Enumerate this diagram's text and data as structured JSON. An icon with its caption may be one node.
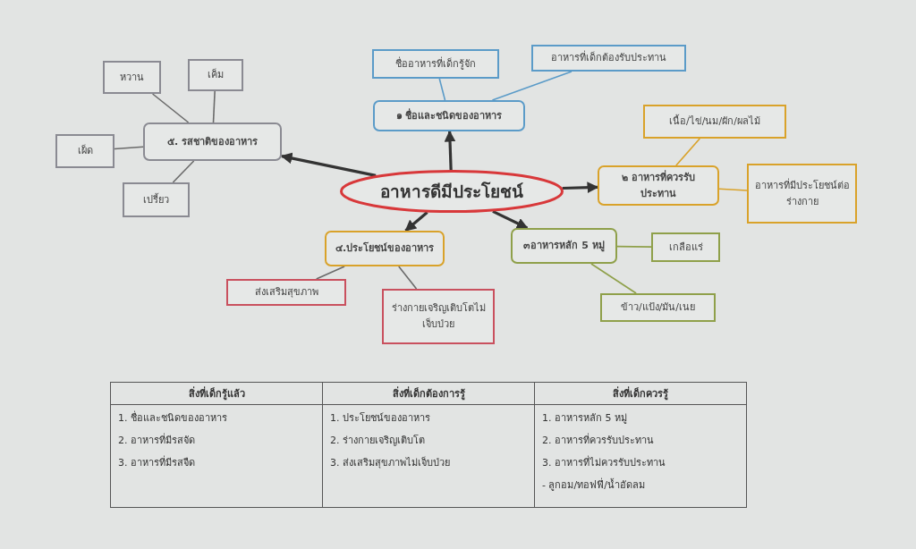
{
  "diagram": {
    "nodes": [
      {
        "text": [
          "อาหารดีมีประโยชน์"
        ]
      },
      {
        "text": [
          "๑ ชื่อและชนิดของอาหาร"
        ]
      },
      {
        "text": [
          "ชื่ออาหารที่เด็กรู้จัก"
        ]
      },
      {
        "text": [
          "อาหารที่เด็กต้องรับประทาน"
        ]
      },
      {
        "text": [
          "๒ อาหารที่ควรรับประทาน"
        ]
      },
      {
        "text": [
          "เนื้อ/ไข่/นม/ผัก/ผลไม้"
        ]
      },
      {
        "text": [
          "อาหารที่มีประโยชน์ต่อร่างกาย"
        ]
      },
      {
        "text": [
          "๓อาหารหลัก 5 หมู่"
        ]
      },
      {
        "text": [
          "เกลือแร่"
        ]
      },
      {
        "text": [
          "ข้าว/แป้ง/มัน/เนย"
        ]
      },
      {
        "text": [
          "๔.ประโยชน์ของอาหาร"
        ]
      },
      {
        "text": [
          "ส่งเสริมสุขภาพ"
        ]
      },
      {
        "text": [
          "ร่างกายเจริญเติบโตไม่เจ็บป่วย"
        ]
      },
      {
        "text": [
          "๕. รสชาติของอาหาร"
        ]
      },
      {
        "text": [
          "หวาน"
        ]
      },
      {
        "text": [
          "เค็ม"
        ]
      },
      {
        "text": [
          "เผ็ด"
        ]
      },
      {
        "text": [
          "เปรี้ยว"
        ]
      }
    ],
    "edges": [
      {
        "from": 0,
        "to": 13,
        "arrow": "to",
        "style": "thick"
      },
      {
        "from": 0,
        "to": 1,
        "arrow": "to",
        "style": "thick"
      },
      {
        "from": 0,
        "to": 4,
        "arrow": "to",
        "style": "thick"
      },
      {
        "from": 0,
        "to": 10,
        "arrow": "to",
        "style": "thick"
      },
      {
        "from": 0,
        "to": 7,
        "arrow": "to",
        "style": "thick"
      },
      {
        "from": 1,
        "to": 2,
        "arrow": "none",
        "color": "#5b9bc8"
      },
      {
        "from": 1,
        "to": 3,
        "arrow": "none",
        "color": "#5b9bc8"
      },
      {
        "from": 4,
        "to": 5,
        "arrow": "none",
        "color": "#d9a22a"
      },
      {
        "from": 4,
        "to": 6,
        "arrow": "none",
        "color": "#d9a22a"
      },
      {
        "from": 7,
        "to": 8,
        "arrow": "none",
        "color": "#8fa04a"
      },
      {
        "from": 7,
        "to": 9,
        "arrow": "none",
        "color": "#8fa04a"
      },
      {
        "from": 10,
        "to": 11,
        "arrow": "none"
      },
      {
        "from": 10,
        "to": 12,
        "arrow": "none"
      },
      {
        "from": 13,
        "to": 14,
        "arrow": "none"
      },
      {
        "from": 13,
        "to": 15,
        "arrow": "none"
      },
      {
        "from": 13,
        "to": 16,
        "arrow": "none"
      },
      {
        "from": 13,
        "to": 17,
        "arrow": "none"
      }
    ],
    "labels": [
      "สิ่งที่เด็กรู้แล้ว",
      "สิ่งที่เด็กต้องการรู้",
      "สิ่งที่เด็กควรรู้",
      "1. ชื่อและชนิดของอาหาร",
      "2. อาหารที่มีรสจัด",
      "3. อาหารที่มีรสจืด",
      "1. ประโยชน์ของอาหาร",
      "2. ร่างกายเจริญเติบโต",
      "3. ส่งเสริมสุขภาพไม่เจ็บป่วย",
      "1. อาหารหลัก 5 หมู่",
      "2. อาหารที่ควรรับประทาน",
      "3. อาหารที่ไม่ควรรับประทาน",
      "- ลูกอม/ทอฟฟี่/น้ำอัดลม"
    ]
  }
}
